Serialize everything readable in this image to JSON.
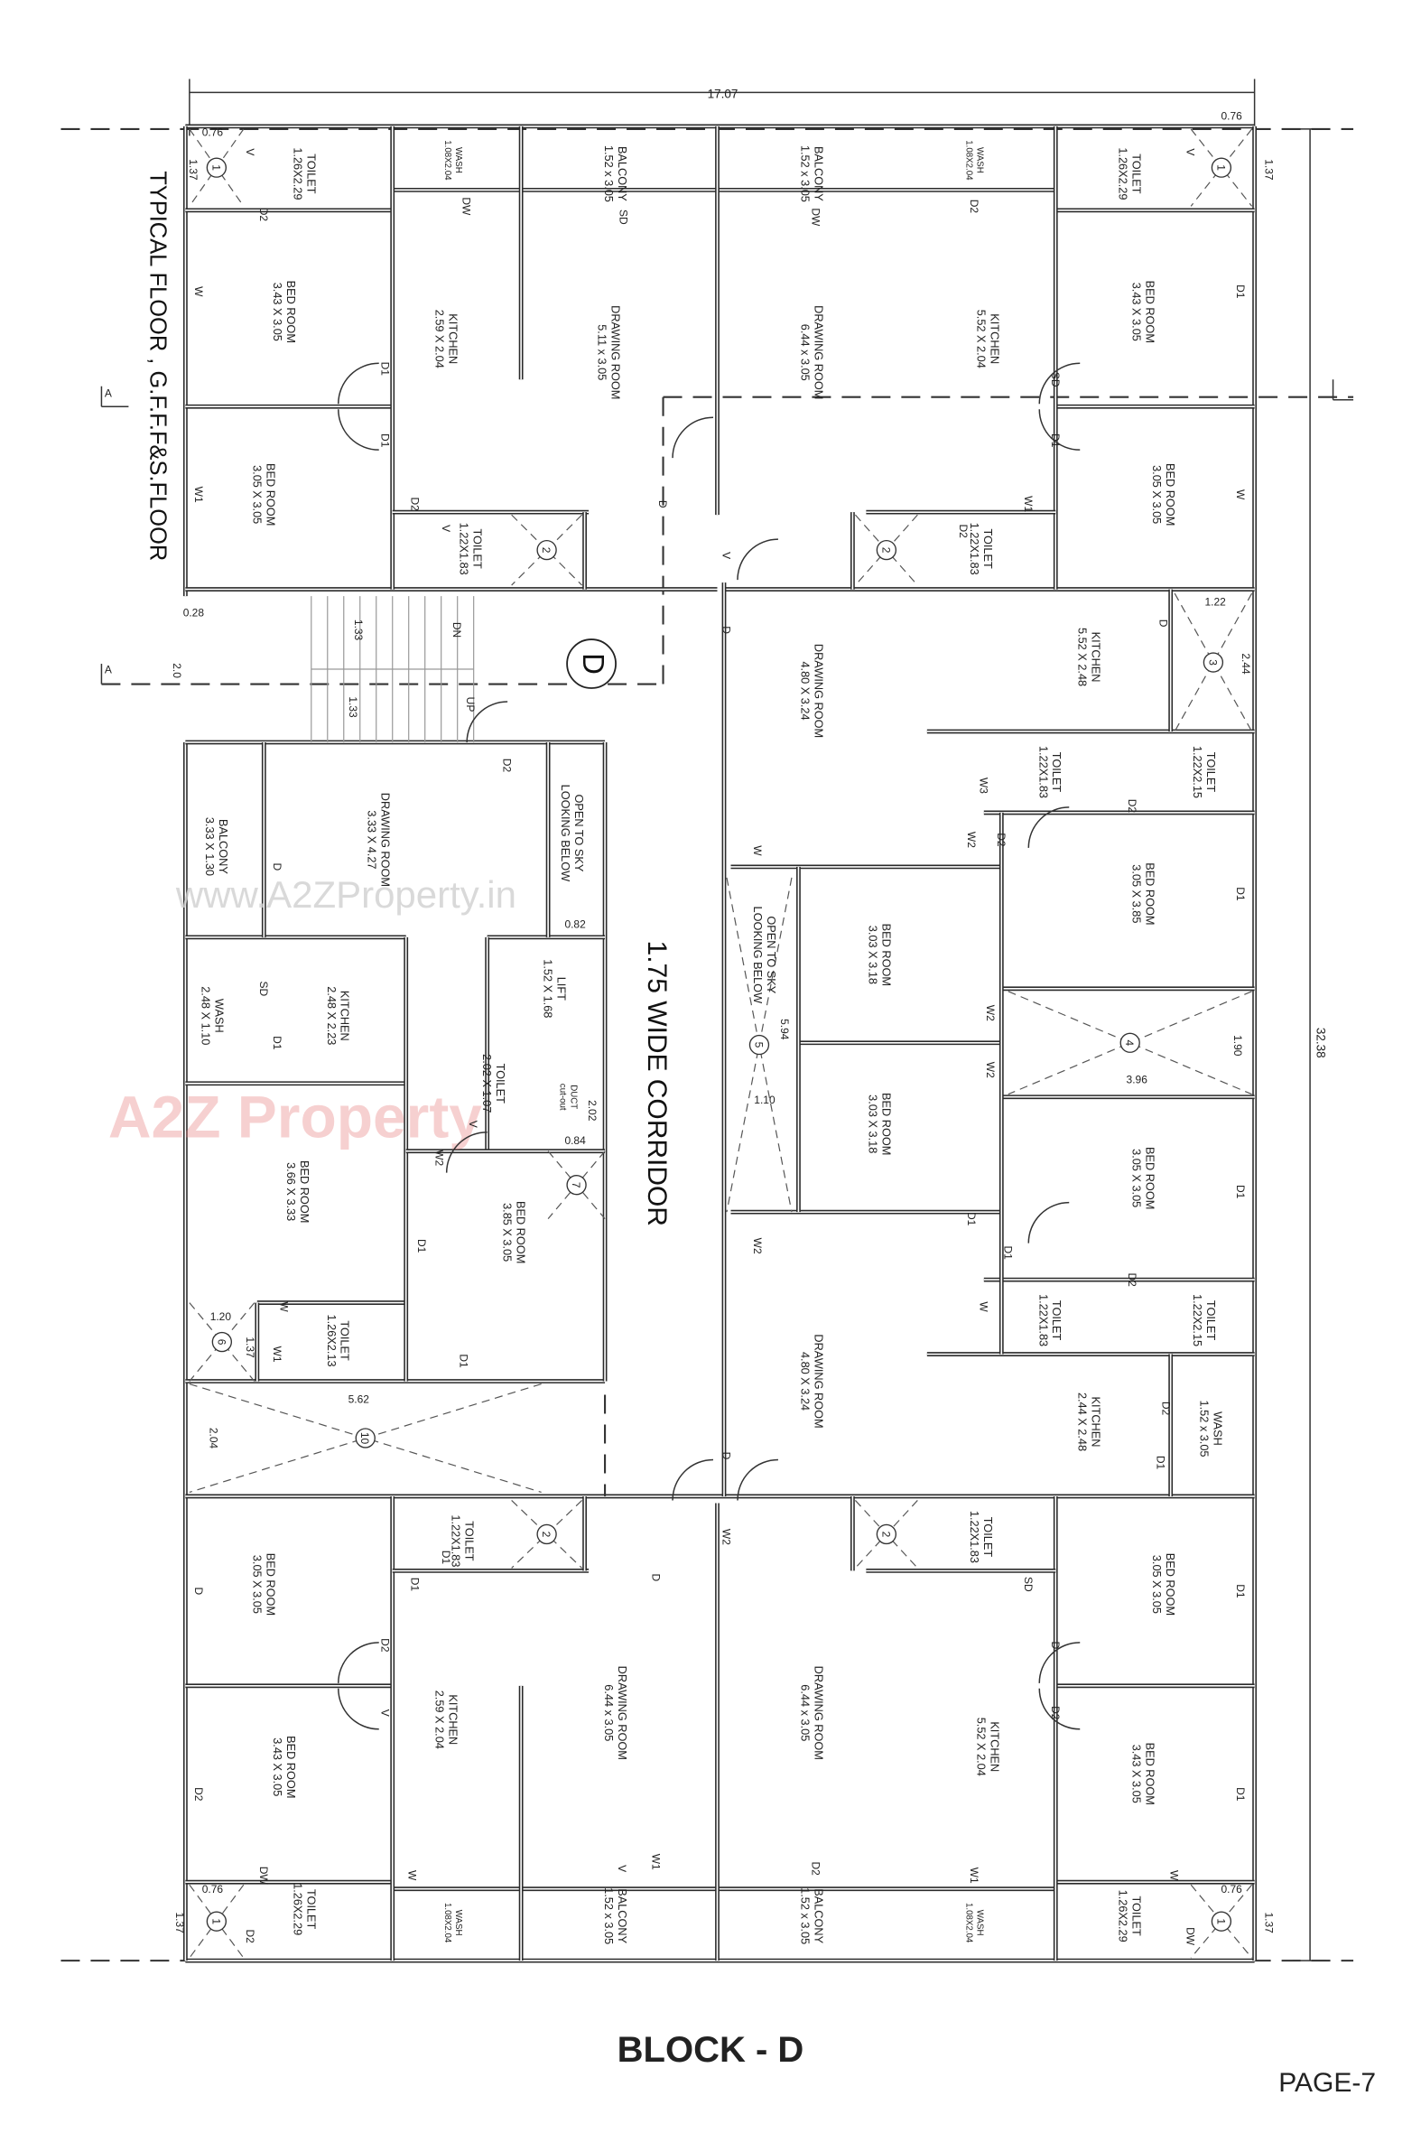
{
  "title": "TYPICAL FLOOR , G.F.F.F&S.FLOOR",
  "block_title": "BLOCK - D",
  "page": "PAGE-7",
  "block_marker": "D",
  "corridor": "1.75 WIDE CORRIDOR",
  "watermark_url": "www.A2ZProperty.in",
  "watermark_logo": "A2Z Property",
  "dimensions": {
    "overall_width": "17.07",
    "overall_depth": "32.38",
    "corner_top_left": "0.76",
    "corner_top_left_h": "1.37",
    "corner_top_right": "0.76",
    "corner_top_right_h": "1.37",
    "corner_bottom_left": "0.76",
    "corner_bottom_left_h": "1.37",
    "corner_bottom_right": "0.76",
    "corner_bottom_right_h": "1.37",
    "stair_1": "1.33",
    "stair_2": "1.33",
    "left_1": "0.28",
    "left_2": "2.0",
    "duct_10_w": "5.62",
    "duct_10_h": "2.04",
    "duct_4_w": "3.96",
    "duct_4_h": "1.90",
    "duct_3_w": "1.22",
    "duct_3_h": "2.44",
    "open_sky_5_l": "5.94",
    "open_sky_5_w": "1.10",
    "duct_6_w": "1.20",
    "duct_6_h": "1.37",
    "open_sky_l_w": "0.82",
    "duct_7_h": "2.02",
    "duct_7_w": "0.84"
  },
  "stairs": {
    "up": "UP",
    "down": "DN"
  },
  "rooms": [
    {
      "name": "TOILET",
      "size": "1.26X2.29"
    },
    {
      "name": "WASH",
      "size": "1.08X2.04"
    },
    {
      "name": "BALCONY",
      "size": "1.52 x 3.05"
    },
    {
      "name": "BED ROOM",
      "size": "3.43 X 3.05"
    },
    {
      "name": "KITCHEN",
      "size": "2.59 X 2.04"
    },
    {
      "name": "DRAWING ROOM",
      "size": "5.11 x 3.05"
    },
    {
      "name": "BED ROOM",
      "size": "3.05 X 3.05"
    },
    {
      "name": "TOILET",
      "size": "1.22X1.83"
    },
    {
      "name": "BALCONY",
      "size": "1.52 x 3.05"
    },
    {
      "name": "WASH",
      "size": "1.08X2.04"
    },
    {
      "name": "TOILET",
      "size": "1.26X2.29"
    },
    {
      "name": "DRAWING ROOM",
      "size": "6.44 x 3.05"
    },
    {
      "name": "KITCHEN",
      "size": "5.52 X 2.04"
    },
    {
      "name": "BED ROOM",
      "size": "3.43 X 3.05"
    },
    {
      "name": "BED ROOM",
      "size": "3.05 X 3.05"
    },
    {
      "name": "TOILET",
      "size": "1.22X1.83"
    },
    {
      "name": "DRAWING ROOM",
      "size": "4.80 X 3.24"
    },
    {
      "name": "KITCHEN",
      "size": "5.52 X 2.48"
    },
    {
      "name": "TOILET",
      "size": "1.22X1.83"
    },
    {
      "name": "TOILET",
      "size": "1.22X2.15"
    },
    {
      "name": "BED ROOM",
      "size": "3.05 X 3.85"
    },
    {
      "name": "OPEN TO SKY",
      "size": "LOOKING BELOW"
    },
    {
      "name": "BED ROOM",
      "size": "3.03 X 3.18"
    },
    {
      "name": "BED ROOM",
      "size": "3.03 X 3.18"
    },
    {
      "name": "BED ROOM",
      "size": "3.05 X 3.05"
    },
    {
      "name": "TOILET",
      "size": "1.22X1.83"
    },
    {
      "name": "TOILET",
      "size": "1.22X2.15"
    },
    {
      "name": "DRAWING ROOM",
      "size": "4.80 X 3.24"
    },
    {
      "name": "KITCHEN",
      "size": "2.44 X 2.48"
    },
    {
      "name": "WASH",
      "size": "1.52 x 3.05"
    },
    {
      "name": "BALCONY",
      "size": "3.33 X 1.30"
    },
    {
      "name": "DRAWING ROOM",
      "size": "3.33 X 4.27"
    },
    {
      "name": "OPEN TO SKY",
      "size": "LOOKING BELOW"
    },
    {
      "name": "LIFT",
      "size": "1.52 X 1.68"
    },
    {
      "name": "WASH",
      "size": "2.48 X 1.10"
    },
    {
      "name": "KITCHEN",
      "size": "2.48 X 2.23"
    },
    {
      "name": "TOILET",
      "size": "2.02 X 1.07"
    },
    {
      "name": "DUCT",
      "size": "cut-out"
    },
    {
      "name": "BED ROOM",
      "size": "3.66 X 3.33"
    },
    {
      "name": "BED ROOM",
      "size": "3.85 X 3.05"
    },
    {
      "name": "TOILET",
      "size": "1.26X2.13"
    },
    {
      "name": "TOILET",
      "size": "1.22X1.83"
    },
    {
      "name": "BED ROOM",
      "size": "3.05 X 3.05"
    },
    {
      "name": "KITCHEN",
      "size": "2.59 X 2.04"
    },
    {
      "name": "DRAWING ROOM",
      "size": "6.44 x 3.05"
    },
    {
      "name": "BED ROOM",
      "size": "3.43 X 3.05"
    },
    {
      "name": "BALCONY",
      "size": "1.52 x 3.05"
    },
    {
      "name": "WASH",
      "size": "1.08X2.04"
    },
    {
      "name": "TOILET",
      "size": "1.26X2.29"
    },
    {
      "name": "TOILET",
      "size": "1.22X1.83"
    },
    {
      "name": "BED ROOM",
      "size": "3.05 X 3.05"
    },
    {
      "name": "KITCHEN",
      "size": "5.52 X 2.04"
    },
    {
      "name": "DRAWING ROOM",
      "size": "6.44 x 3.05"
    },
    {
      "name": "BED ROOM",
      "size": "3.43 X 3.05"
    },
    {
      "name": "BALCONY",
      "size": "1.52 x 3.05"
    },
    {
      "name": "WASH",
      "size": "1.08X2.04"
    },
    {
      "name": "TOILET",
      "size": "1.26X2.29"
    }
  ],
  "ducts": [
    "1",
    "1",
    "2",
    "2",
    "3",
    "4",
    "5",
    "6",
    "7",
    "10",
    "2",
    "2",
    "1",
    "1"
  ],
  "openings": [
    "D2",
    "DW",
    "SD",
    "D1",
    "D1",
    "W",
    "W1",
    "D2",
    "V",
    "V",
    "D",
    "D2",
    "DW",
    "SD",
    "D1",
    "D1",
    "W",
    "W1",
    "D2",
    "V",
    "V",
    "D",
    "D",
    "D",
    "W3",
    "D2",
    "D2",
    "D1",
    "D1",
    "W",
    "W2",
    "W2",
    "W2",
    "W2",
    "D1",
    "D1",
    "W",
    "D2",
    "D2",
    "D1",
    "W2",
    "D",
    "D",
    "SD",
    "D1",
    "W2",
    "D1",
    "D1",
    "W",
    "W1",
    "D2",
    "V",
    "D2",
    "V",
    "D",
    "D2",
    "D1",
    "D1",
    "W1",
    "W",
    "DW",
    "D2",
    "V",
    "SD",
    "D",
    "D2",
    "D1",
    "D1",
    "W1",
    "W",
    "DW",
    "D2",
    "V",
    "SD"
  ]
}
